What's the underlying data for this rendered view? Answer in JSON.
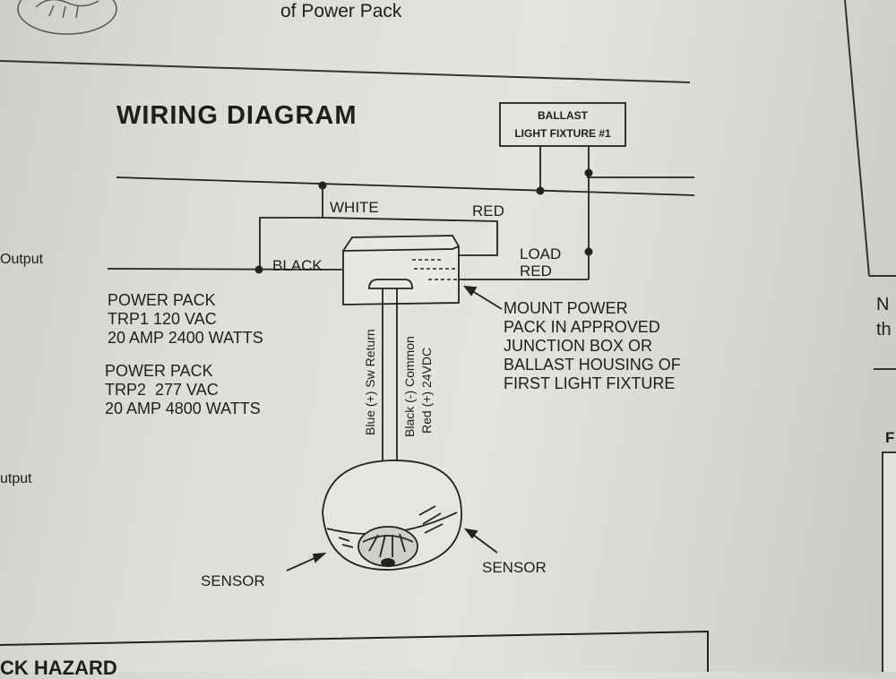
{
  "header": {
    "top_fragment": "of Power Pack"
  },
  "diagram": {
    "title": "WIRING DIAGRAM",
    "ballast_box": "BALLAST\nLIGHT FIXTURE #1",
    "wire_labels": {
      "white": "WHITE",
      "red": "RED",
      "black": "BLACK",
      "load_red": "LOAD\nRED"
    },
    "power_pack_1": "POWER PACK\nTRP1 120 VAC\n20 AMP 2400 WATTS",
    "power_pack_2": "POWER PACK\nTRP2  277 VAC\n20 AMP 4800 WATTS",
    "mount_note": "MOUNT POWER\nPACK IN APPROVED\nJUNCTION BOX OR\nBALLAST HOUSING OF\nFIRST LIGHT FIXTURE",
    "cable_labels": {
      "blue": "Blue (+) Sw Return",
      "black": "Black (-) Common",
      "red": "Red (+) 24VDC"
    },
    "sensor_left": "SENSOR",
    "sensor_right": "SENSOR"
  },
  "left_margin": {
    "output_1": "Output",
    "output_2": "utput"
  },
  "right_page": {
    "fragment_1": "N",
    "fragment_2": "th",
    "fragment_3": "F"
  },
  "footer": {
    "hazard_fragment": "CK HAZARD"
  }
}
